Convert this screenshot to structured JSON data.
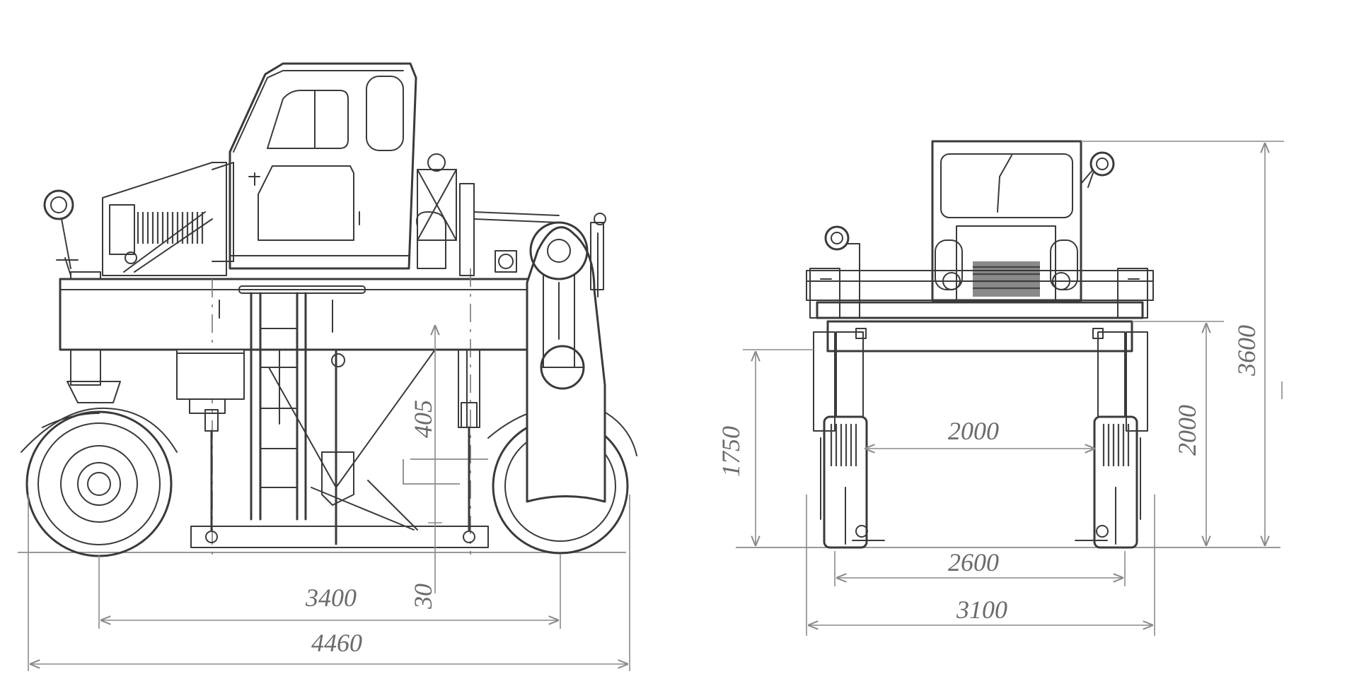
{
  "colors": {
    "line": "#3a3a3a",
    "dimension": "#8a8a8a",
    "text": "#6a6a6a",
    "background": "#ffffff"
  },
  "side_view": {
    "dims": {
      "overall_length": "4460",
      "wheelbase": "3400",
      "height_dim": "405",
      "small_gap": "30"
    }
  },
  "front_view": {
    "dims": {
      "overall_width": "3100",
      "track_width": "2600",
      "inner_width": "2000",
      "frame_height": "1750",
      "clearance_height": "2000",
      "overall_height": "3600"
    }
  }
}
